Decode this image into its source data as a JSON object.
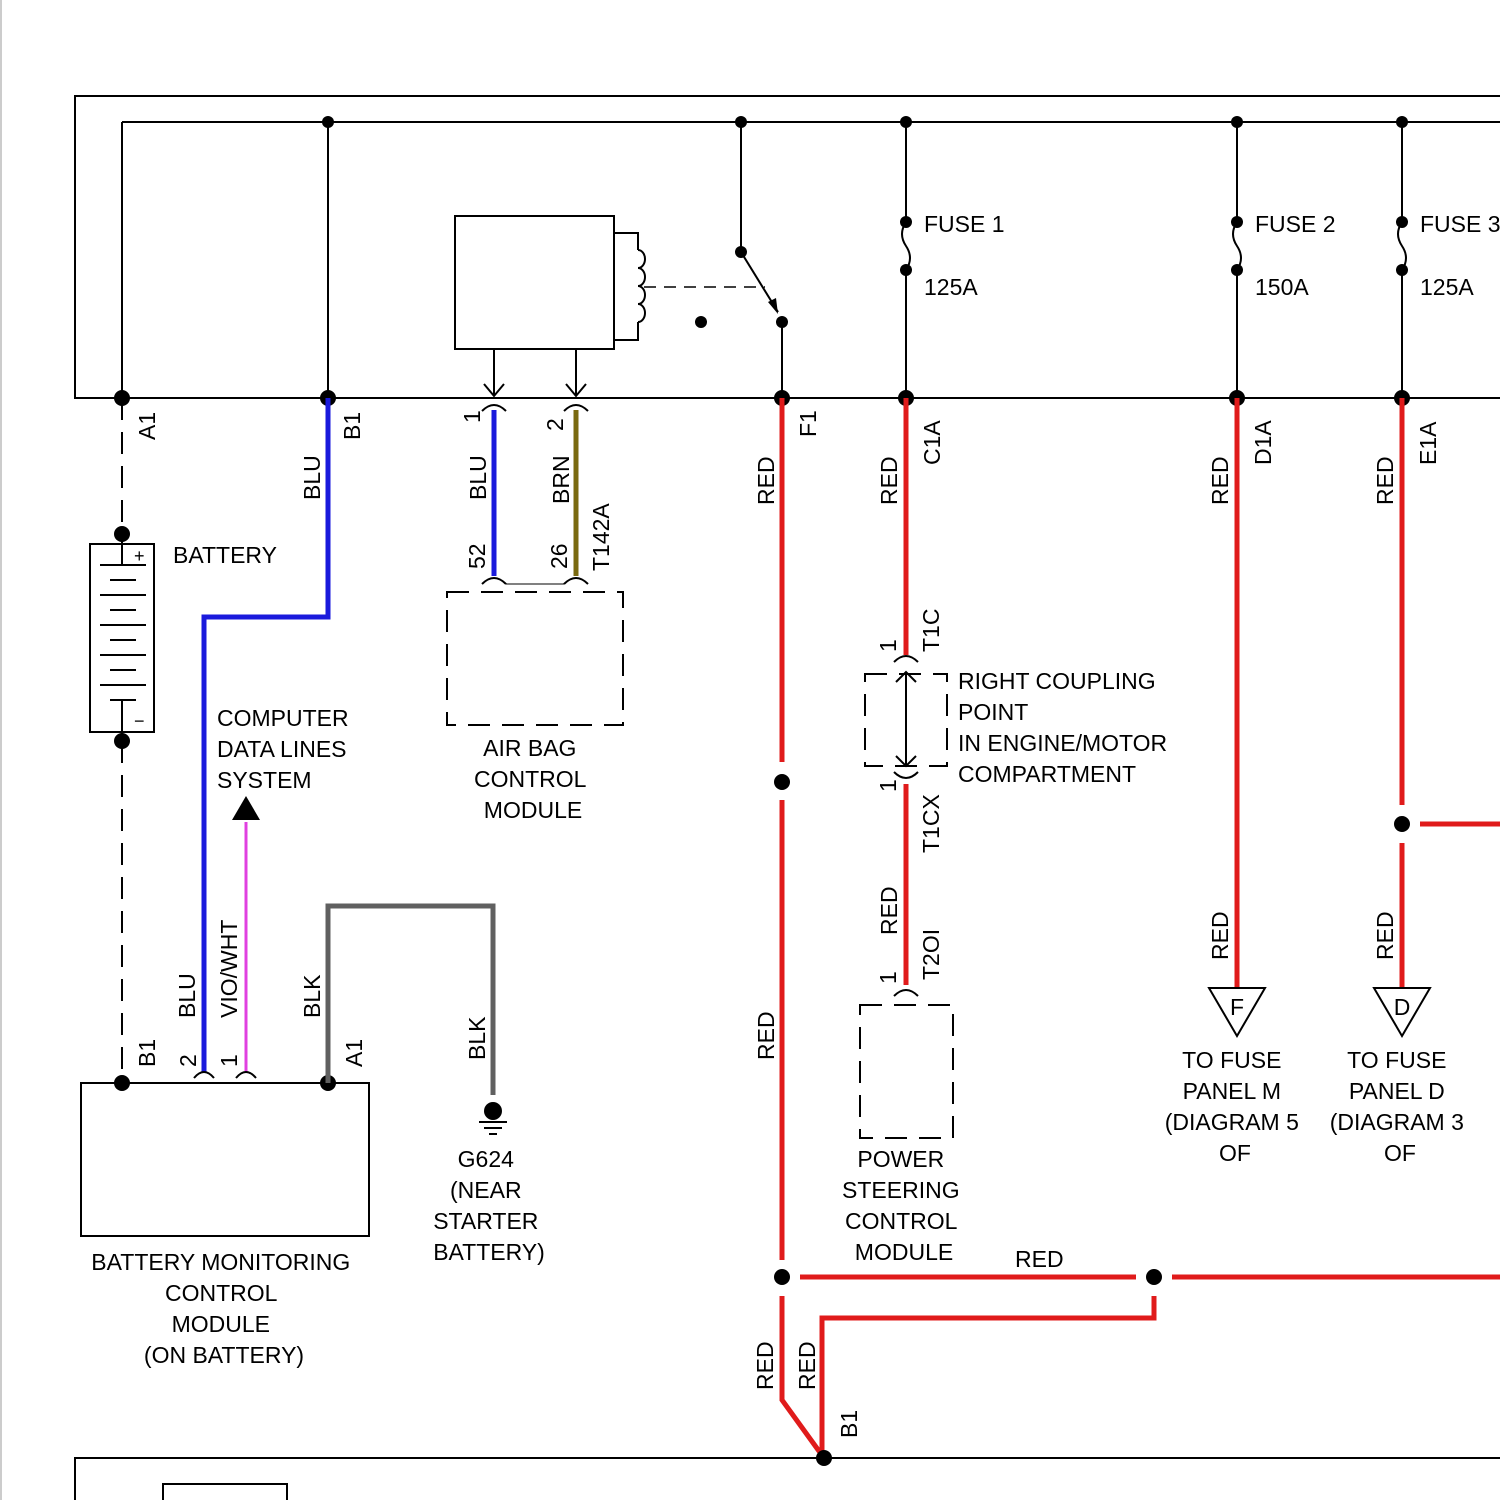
{
  "labels": {
    "battery": "BATTERY",
    "computer_data_lines": [
      "COMPUTER",
      "DATA LINES",
      "SYSTEM"
    ],
    "air_bag_module": [
      "AIR BAG",
      "CONTROL",
      "MODULE"
    ],
    "right_coupling": [
      "RIGHT COUPLING",
      "POINT",
      "IN ENGINE/MOTOR",
      "COMPARTMENT"
    ],
    "power_steering_module": [
      "POWER",
      "STEERING",
      "CONTROL",
      "MODULE"
    ],
    "battery_monitoring_module": [
      "BATTERY MONITORING",
      "CONTROL",
      "MODULE",
      "(ON BATTERY)"
    ],
    "ground": [
      "G624",
      "(NEAR",
      "STARTER",
      "BATTERY)"
    ],
    "fuse_panel_m": [
      "TO FUSE",
      "PANEL M",
      "(DIAGRAM 5",
      "OF"
    ],
    "fuse_panel_d": [
      "TO FUSE",
      "PANEL D",
      "(DIAGRAM 3",
      "OF"
    ]
  },
  "fuses": [
    {
      "name": "FUSE 1",
      "rating": "125A"
    },
    {
      "name": "FUSE 2",
      "rating": "150A"
    },
    {
      "name": "FUSE 3",
      "rating": "125A"
    }
  ],
  "terminals": {
    "a1_top": "A1",
    "b1_top": "B1",
    "f1": "F1",
    "c1a": "C1A",
    "d1a": "D1A",
    "e1a": "E1A",
    "pin1": "1",
    "pin2": "2",
    "pin52": "52",
    "pin26": "26",
    "t142a": "T142A",
    "t1c": "T1C",
    "t1cx": "T1CX",
    "t2oi": "T2OI",
    "b1_bm": "B1",
    "a1_bm": "A1",
    "b1_bottom": "B1"
  },
  "wire_colors": {
    "blu": "BLU",
    "brn": "BRN",
    "red": "RED",
    "blk": "BLK",
    "vio_wht": "VIO/WHT"
  },
  "connector_letters": {
    "f": "F",
    "d": "D"
  },
  "colors": {
    "red_wire": "#e01b1b",
    "blue_wire": "#1a1adc",
    "brown_wire": "#7a6a10",
    "violet_wire": "#e040e0",
    "ground_wire": "#606060"
  }
}
